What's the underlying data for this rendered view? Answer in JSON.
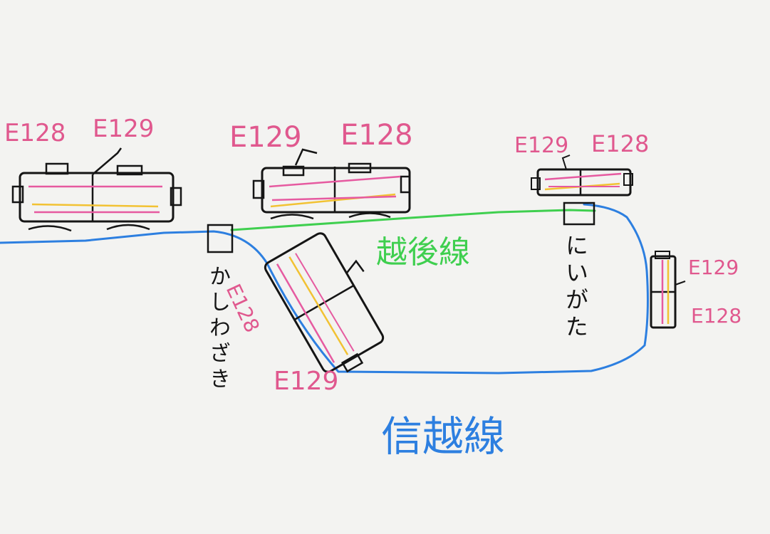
{
  "colors": {
    "paper": "#f3f3f1",
    "ink": "#151515",
    "model_label": "#e0588e",
    "pink_stripe": "#e65aa0",
    "yellow_stripe": "#f2c233",
    "shinetsu_line": "#2d7fe0",
    "etsugo_line": "#3fcf4f"
  },
  "lines": {
    "shinetsu": "信越線",
    "etsugo": "越後線"
  },
  "stations": {
    "kashiwazaki": "かしわざき",
    "niigata": "にいがた"
  },
  "trains": {
    "left": {
      "car1": "E128",
      "car2": "E129"
    },
    "middle": {
      "car1": "E129",
      "car2": "E128"
    },
    "niigata_top": {
      "car1": "E129",
      "car2": "E128"
    },
    "diagonal": {
      "car1": "E128",
      "car2": "E129"
    },
    "right_vertical": {
      "car1": "E129",
      "car2": "E128"
    }
  }
}
